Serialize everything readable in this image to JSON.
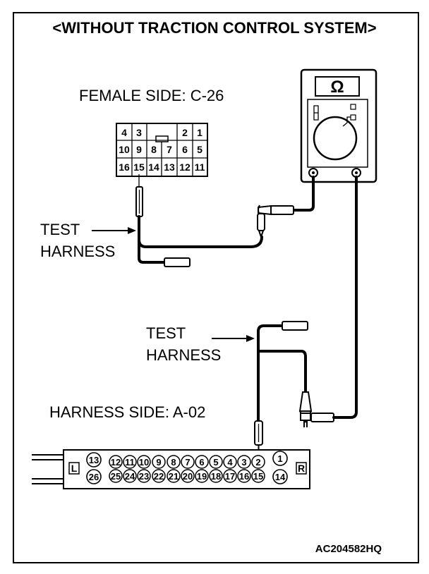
{
  "title": "<WITHOUT TRACTION CONTROL SYSTEM>",
  "female_label": "FEMALE SIDE: C-26",
  "harness_label": "HARNESS SIDE: A-02",
  "test_harness_1": [
    "TEST",
    "HARNESS"
  ],
  "test_harness_2": [
    "TEST",
    "HARNESS"
  ],
  "meter_symbol": "Ω",
  "figure_code": "AC204582HQ",
  "c26": {
    "row1": [
      "4",
      "3",
      "2",
      "1"
    ],
    "row2": [
      "10",
      "9",
      "8",
      "7",
      "6",
      "5"
    ],
    "row3": [
      "16",
      "15",
      "14",
      "13",
      "12",
      "11"
    ]
  },
  "a02": {
    "left_tag": "L",
    "right_tag": "R",
    "top_left": "13",
    "bottom_left": "26",
    "top_right": "1",
    "bottom_right": "14",
    "top_row": [
      "12",
      "11",
      "10",
      "9",
      "8",
      "7",
      "6",
      "5",
      "4",
      "3",
      "2"
    ],
    "bottom_row": [
      "25",
      "24",
      "23",
      "22",
      "21",
      "20",
      "19",
      "18",
      "17",
      "16",
      "15"
    ]
  }
}
